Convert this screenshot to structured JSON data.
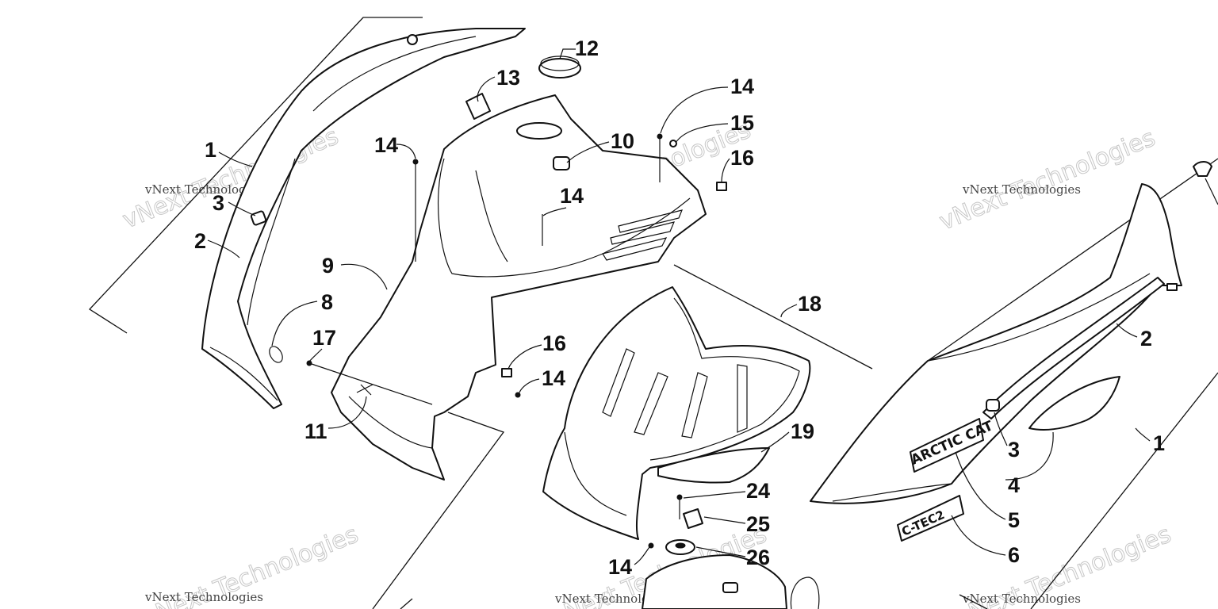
{
  "callouts": [
    {
      "id": "c1a",
      "label": "1"
    },
    {
      "id": "c3a",
      "label": "3"
    },
    {
      "id": "c2a",
      "label": "2"
    },
    {
      "id": "c8",
      "label": "8"
    },
    {
      "id": "c17",
      "label": "17"
    },
    {
      "id": "c11",
      "label": "11"
    },
    {
      "id": "c9",
      "label": "9"
    },
    {
      "id": "c13",
      "label": "13"
    },
    {
      "id": "c12",
      "label": "12"
    },
    {
      "id": "c14a",
      "label": "14"
    },
    {
      "id": "c14b",
      "label": "14"
    },
    {
      "id": "c14c",
      "label": "14"
    },
    {
      "id": "c14d",
      "label": "14"
    },
    {
      "id": "c14e",
      "label": "14"
    },
    {
      "id": "c15",
      "label": "15"
    },
    {
      "id": "c16a",
      "label": "16"
    },
    {
      "id": "c16b",
      "label": "16"
    },
    {
      "id": "c10",
      "label": "10"
    },
    {
      "id": "c18",
      "label": "18"
    },
    {
      "id": "c19",
      "label": "19"
    },
    {
      "id": "c24",
      "label": "24"
    },
    {
      "id": "c25",
      "label": "25"
    },
    {
      "id": "c26",
      "label": "26"
    },
    {
      "id": "c2b",
      "label": "2"
    },
    {
      "id": "c1b",
      "label": "1"
    },
    {
      "id": "c3b",
      "label": "3"
    },
    {
      "id": "c4",
      "label": "4"
    },
    {
      "id": "c5",
      "label": "5"
    },
    {
      "id": "c6",
      "label": "6"
    }
  ],
  "watermarks": {
    "big": "vNext Technologies",
    "small": "vNext Technologies"
  },
  "decals": {
    "brand": "ARCTIC CAT",
    "model": "C-TEC2"
  }
}
